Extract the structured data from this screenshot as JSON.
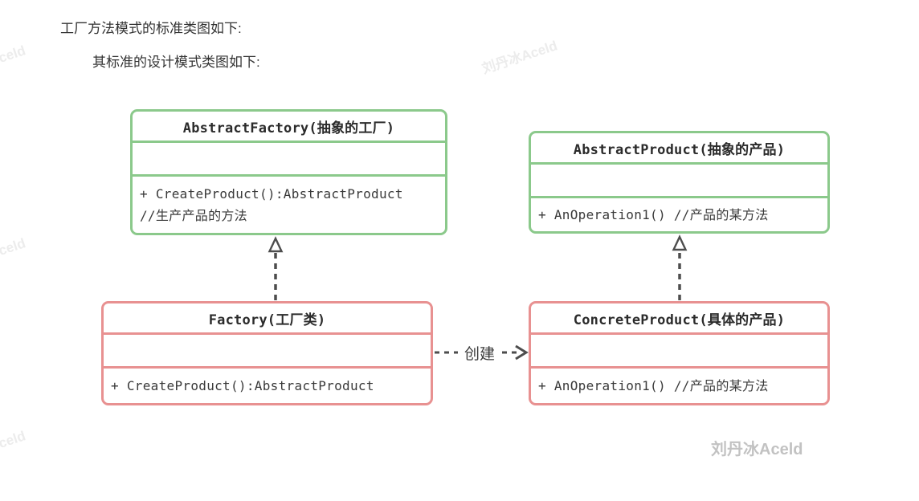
{
  "page": {
    "heading_line1": "工厂方法模式的标准类图如下:",
    "heading_line2": "其标准的设计模式类图如下:"
  },
  "colors": {
    "abstract_class_border": "#8bc98b",
    "concrete_class_border": "#e89191",
    "connector_line": "#4d4d4d",
    "body_text": "#3a3a3a",
    "watermark_diagonal": "#ececec",
    "watermark_signature": "#c2c2c2"
  },
  "diagram": {
    "classes": [
      {
        "title": "AbstractFactory(抽象的工厂)",
        "kind": "abstract",
        "methods_line1": "+ CreateProduct():AbstractProduct",
        "methods_line2": "//生产产品的方法"
      },
      {
        "title": "AbstractProduct(抽象的产品)",
        "kind": "abstract",
        "methods_line1": "+ AnOperation1() //产品的某方法"
      },
      {
        "title": "Factory(工厂类)",
        "kind": "concrete",
        "methods_line1": "+ CreateProduct():AbstractProduct"
      },
      {
        "title": "ConcreteProduct(具体的产品)",
        "kind": "concrete",
        "methods_line1": "+ AnOperation1() //产品的某方法"
      }
    ],
    "relations": [
      {
        "type": "realization",
        "from": "Factory(工厂类)",
        "to": "AbstractFactory(抽象的工厂)",
        "label": ""
      },
      {
        "type": "realization",
        "from": "ConcreteProduct(具体的产品)",
        "to": "AbstractProduct(抽象的产品)",
        "label": ""
      },
      {
        "type": "dependency",
        "from": "Factory(工厂类)",
        "to": "ConcreteProduct(具体的产品)",
        "label": "创建"
      }
    ]
  },
  "watermarks": {
    "diagonal_text": "刘丹冰Aceld",
    "signature_text": "刘丹冰Aceld"
  }
}
